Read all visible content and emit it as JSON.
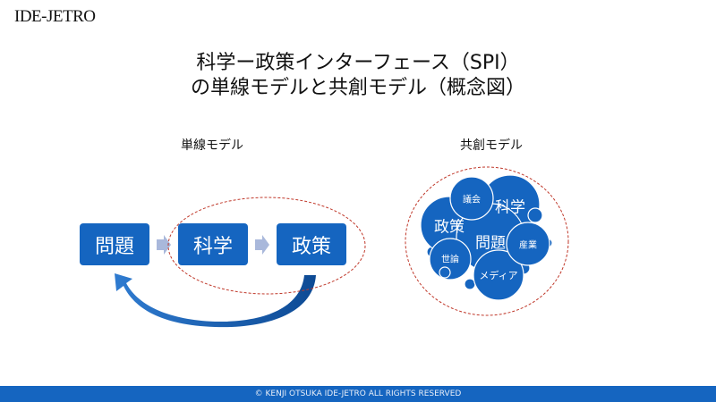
{
  "logo": "IDE-JETRO",
  "title_line1": "科学ー政策インターフェース（SPI）",
  "title_line2": "の単線モデルと共創モデル（概念図）",
  "linear": {
    "label": "単線モデル",
    "boxes": [
      "問題",
      "科学",
      "政策"
    ]
  },
  "cocreation": {
    "label": "共創モデル",
    "bubbles": {
      "policy": "政策",
      "parliament": "議会",
      "science": "科学",
      "problem": "問題",
      "industry": "産業",
      "public": "世論",
      "media": "メディア"
    }
  },
  "footer": "© KENJI OTSUKA IDE-JETRO ALL RIGHTS RESERVED",
  "colors": {
    "primary": "#1565c0",
    "dash": "#c0392b"
  }
}
